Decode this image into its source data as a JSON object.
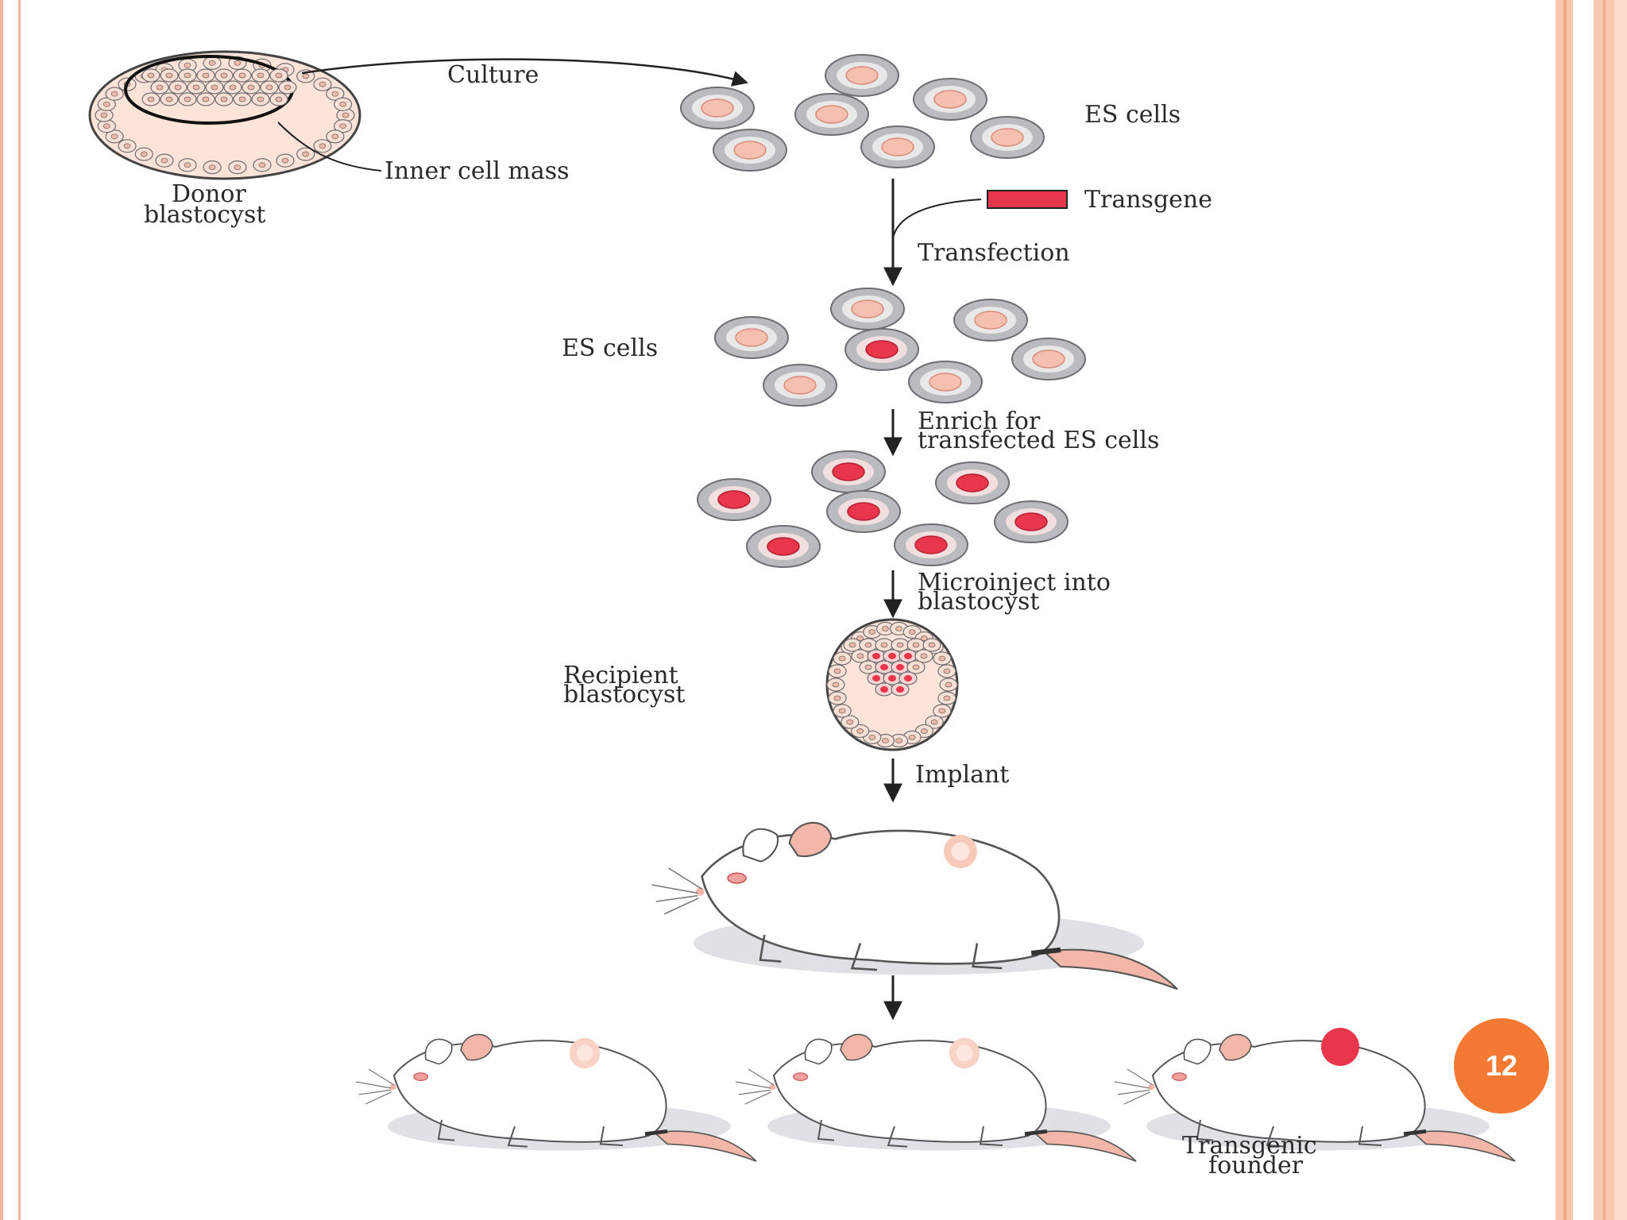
{
  "labels": {
    "culture": "Culture",
    "inner_cell_mass": "Inner cell mass",
    "donor_blastocyst_1": "Donor",
    "donor_blastocyst_2": "blastocyst",
    "es_cells_top": "ES cells",
    "transgene": "Transgene",
    "transfection": "Transfection",
    "es_cells_mid": "ES cells",
    "enrich_1": "Enrich for",
    "enrich_2": "transfected ES cells",
    "microinject_1": "Microinject into",
    "microinject_2": "blastocyst",
    "recipient_1": "Recipient",
    "recipient_2": "blastocyst",
    "implant": "Implant",
    "founder_1": "Transgenic",
    "founder_2": "founder"
  },
  "slide": {
    "page_number": "12"
  },
  "colors": {
    "transgene_red": "#e8364d",
    "cell_pink": "#f6c0b0",
    "cell_ring_gray": "#a7a9ac",
    "embryo_fill": "#fde3d8",
    "mouse_white": "#ffffff",
    "mouse_shadow": "#dfe1e4",
    "ear_pink": "#f2b7a8",
    "page_badge": "#f47a34"
  },
  "icons": [
    "es-cell-icon",
    "transfected-cell-icon",
    "blastocyst-icon",
    "mouse-icon",
    "arrow-down-icon"
  ]
}
